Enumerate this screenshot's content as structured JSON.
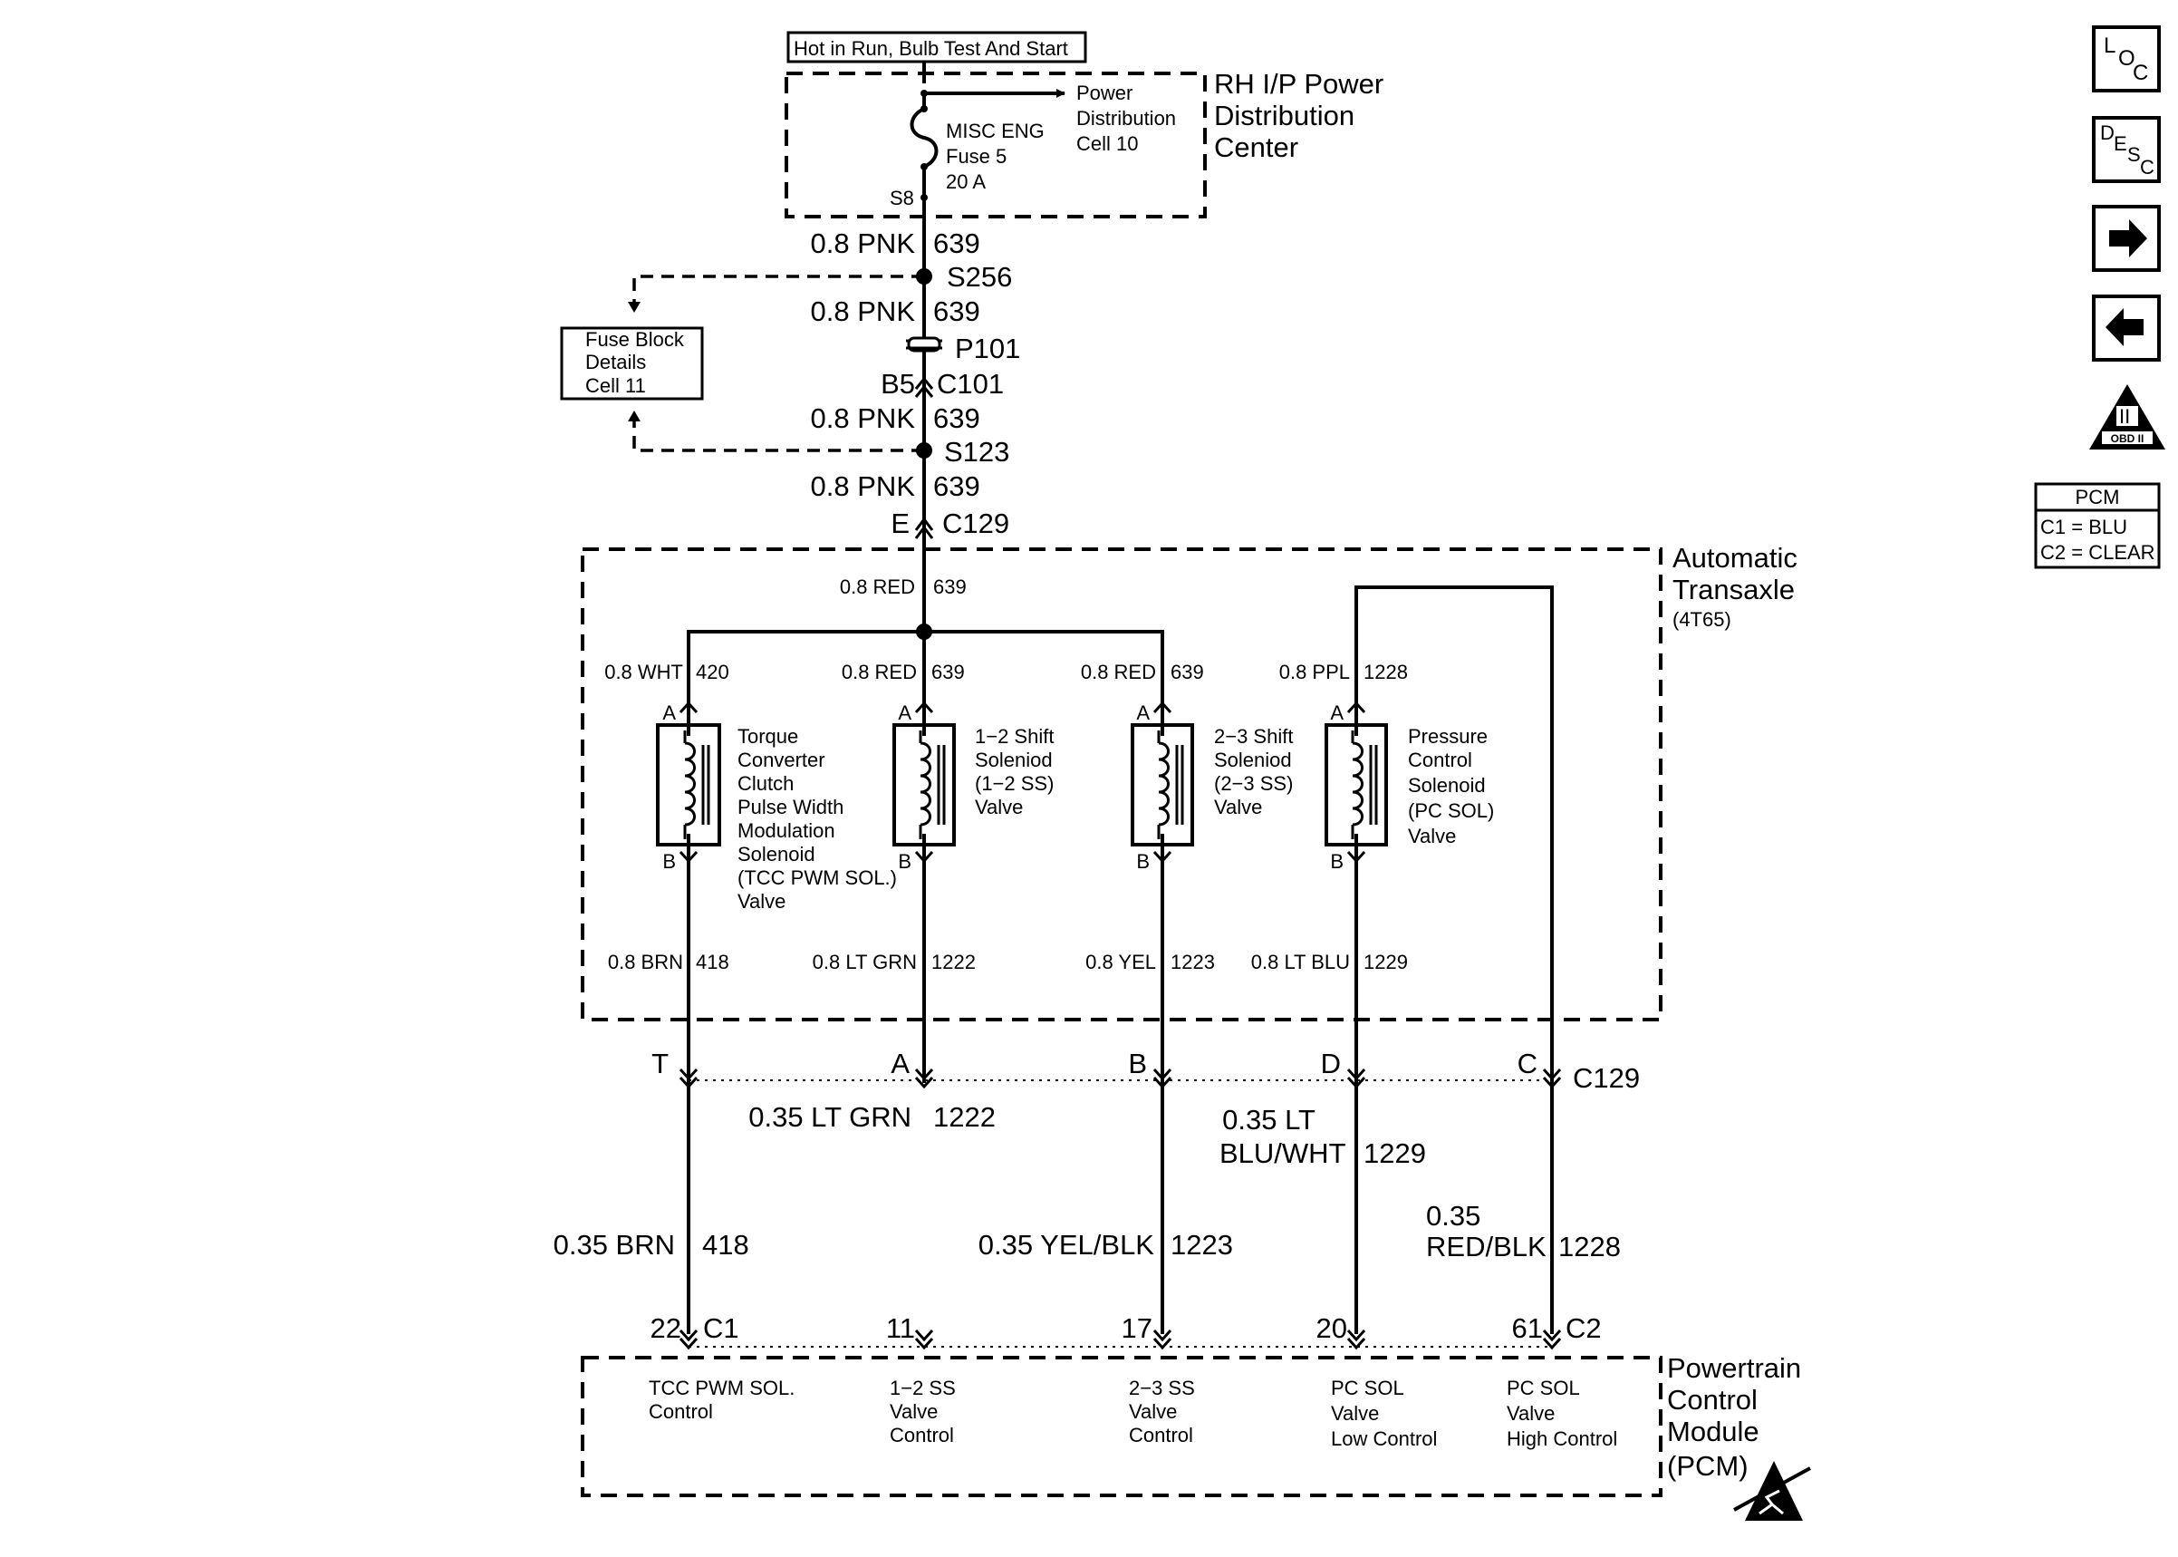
{
  "top_label": "Hot in Run, Bulb Test And Start",
  "rh_ip_center": {
    "line1": "RH I/P Power",
    "line2": "Distribution",
    "line3": "Center"
  },
  "power_dist": {
    "line1": "Power",
    "line2": "Distribution",
    "line3": "Cell 10"
  },
  "fuse": {
    "line1": "MISC ENG",
    "line2": "Fuse 5",
    "line3": "20 A",
    "splice": "S8"
  },
  "fuse_block": {
    "line1": "Fuse Block",
    "line2": "Details",
    "line3": "Cell 11"
  },
  "feed": {
    "w1": "0.8 PNK",
    "c1": "639",
    "s256": "S256",
    "w2": "0.8 PNK",
    "c2": "639",
    "p101": "P101",
    "b5": "B5",
    "c101": "C101",
    "w3": "0.8 PNK",
    "c3": "639",
    "s123": "S123",
    "w4": "0.8 PNK",
    "c4": "639",
    "e": "E",
    "c129": "C129"
  },
  "transaxle": {
    "title1": "Automatic",
    "title2": "Transaxle",
    "model": "(4T65)",
    "feed_wire": "0.8 RED",
    "feed_circuit": "639"
  },
  "solenoids": [
    {
      "top_wire": "0.8 WHT",
      "top_circuit": "420",
      "pin_a": "A",
      "pin_b": "B",
      "label": [
        "Torque",
        "Converter",
        "Clutch",
        "Pulse Width",
        "Modulation",
        "Solenoid",
        "(TCC PWM SOL.)",
        "Valve"
      ],
      "bot_wire": "0.8 BRN",
      "bot_circuit": "418",
      "c129_pin": "T",
      "pcm_wire": "0.35 BRN",
      "pcm_circuit": "418",
      "pcm_pin": "22",
      "pcm_connector": "C1",
      "pcm_func": [
        "TCC PWM SOL.",
        "Control"
      ]
    },
    {
      "top_wire": "0.8 RED",
      "top_circuit": "639",
      "pin_a": "A",
      "pin_b": "B",
      "label": [
        "1−2 Shift",
        "Soleniod",
        "(1−2 SS)",
        "Valve"
      ],
      "bot_wire": "0.8 LT GRN",
      "bot_circuit": "1222",
      "c129_pin": "A",
      "pcm_wire": "0.35 LT GRN",
      "pcm_circuit": "1222",
      "pcm_pin": "11",
      "pcm_func": [
        "1−2 SS",
        "Valve",
        "Control"
      ]
    },
    {
      "top_wire": "0.8 RED",
      "top_circuit": "639",
      "pin_a": "A",
      "pin_b": "B",
      "label": [
        "2−3 Shift",
        "Soleniod",
        "(2−3 SS)",
        "Valve"
      ],
      "bot_wire": "0.8 YEL",
      "bot_circuit": "1223",
      "c129_pin": "B",
      "pcm_wire": "0.35 YEL/BLK",
      "pcm_circuit": "1223",
      "pcm_pin": "17",
      "pcm_func": [
        "2−3 SS",
        "Valve",
        "Control"
      ]
    },
    {
      "top_wire": "0.8 PPL",
      "top_circuit": "1228",
      "pin_a": "A",
      "pin_b": "B",
      "label": [
        "Pressure",
        "Control",
        "Solenoid",
        "(PC SOL)",
        "Valve"
      ],
      "bot_wire": "0.8 LT BLU",
      "bot_circuit": "1229",
      "c129_pin": "D",
      "pcm_wire1": "0.35 LT",
      "pcm_wire2": "BLU/WHT",
      "pcm_circuit": "1229",
      "pcm_pin": "20",
      "pcm_func": [
        "PC SOL",
        "Valve",
        "Low Control"
      ]
    }
  ],
  "high_side": {
    "c129_pin": "C",
    "c129": "C129",
    "pcm_wire1": "0.35",
    "pcm_wire2": "RED/BLK",
    "pcm_circuit": "1228",
    "pcm_pin": "61",
    "pcm_connector": "C2",
    "pcm_func": [
      "PC SOL",
      "Valve",
      "High Control"
    ]
  },
  "pcm": {
    "line1": "Powertrain",
    "line2": "Control",
    "line3": "Module",
    "line4": "(PCM)"
  },
  "side_icons": {
    "loc": {
      "a": "L",
      "b": "O",
      "c": "C",
      "icon": "loc-icon"
    },
    "desc": {
      "a": "D",
      "b": "E",
      "c": "S",
      "d": "C",
      "icon": "desc-icon"
    },
    "next": "right-arrow-icon",
    "prev": "left-arrow-icon",
    "obd": {
      "roman": "II",
      "text": "OBD II",
      "icon": "obd-ii-icon"
    }
  },
  "pcm_legend": {
    "title": "PCM",
    "c1": "C1 = BLU",
    "c2": "C2 = CLEAR"
  },
  "esd_icon": "esd-warning-icon"
}
